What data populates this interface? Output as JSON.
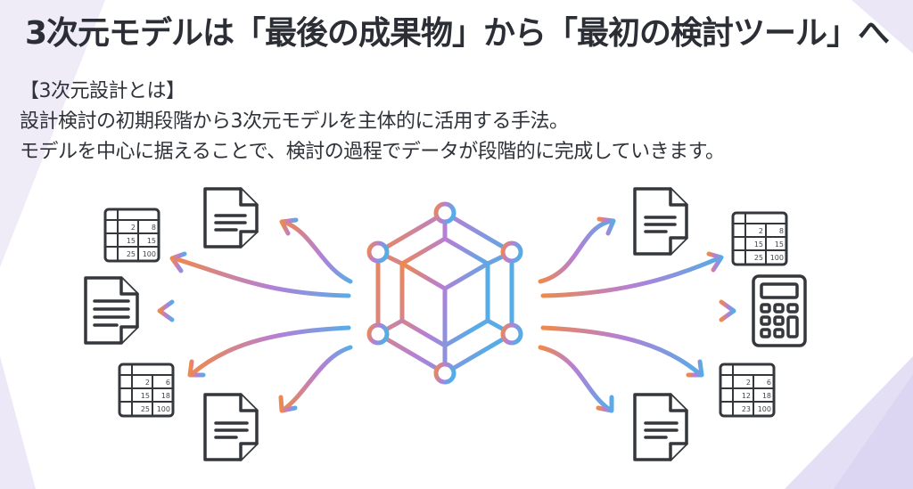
{
  "title": "3次元モデルは「最後の成果物」から「最初の検討ツール」へ",
  "description": {
    "heading": "【3次元設計とは】",
    "line1": "設計検討の初期段階から3次元モデルを主体的に活用する手法。",
    "line2": "モデルを中心に据えることで、検討の過程でデータが段階的に完成していきます。"
  },
  "colors": {
    "orange": "#f0894a",
    "purple": "#b57fd6",
    "blue": "#55ace6",
    "icon_stroke": "#34373c",
    "background_accent": "#ebe7f7"
  },
  "center_icon": "3d-model-cube-icon",
  "left_outputs": [
    {
      "icon": "document-icon"
    },
    {
      "icon": "spreadsheet-icon",
      "cells": [
        [
          "2",
          "8"
        ],
        [
          "15",
          "15"
        ],
        [
          "25",
          "100"
        ]
      ]
    },
    {
      "icon": "document-icon"
    },
    {
      "icon": "spreadsheet-icon",
      "cells": [
        [
          "2",
          "6"
        ],
        [
          "15",
          "18"
        ],
        [
          "25",
          "100"
        ]
      ]
    },
    {
      "icon": "document-icon"
    }
  ],
  "right_outputs": [
    {
      "icon": "document-icon"
    },
    {
      "icon": "spreadsheet-icon",
      "cells": [
        [
          "2",
          "8"
        ],
        [
          "15",
          "15"
        ],
        [
          "25",
          "100"
        ]
      ]
    },
    {
      "icon": "calculator-icon"
    },
    {
      "icon": "spreadsheet-icon",
      "cells": [
        [
          "2",
          "6"
        ],
        [
          "12",
          "18"
        ],
        [
          "23",
          "100"
        ]
      ]
    },
    {
      "icon": "document-icon"
    }
  ]
}
